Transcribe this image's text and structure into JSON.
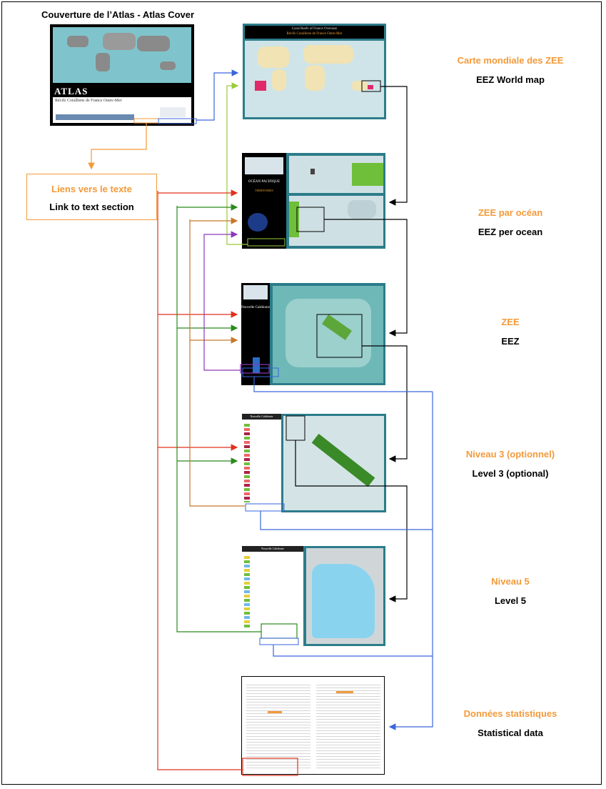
{
  "cover": {
    "title": "Couverture de l’Atlas - Atlas Cover",
    "heading": "ATLAS",
    "subtitle": "Récifs Coralliens de France Outre-Mer"
  },
  "text_links": {
    "fr": "Liens vers le texte",
    "en": "Link to text section"
  },
  "levels": [
    {
      "fr": "Carte mondiale des ZEE",
      "en": "EEZ World map"
    },
    {
      "fr": "ZEE par océan",
      "en": "EEZ per ocean"
    },
    {
      "fr": "ZEE",
      "en": "EEZ"
    },
    {
      "fr": "Niveau 3 (optionnel)",
      "en": "Level 3 (optional)"
    },
    {
      "fr": "Niveau 5",
      "en": "Level 5"
    },
    {
      "fr": "Données statistiques",
      "en": "Statistical data"
    }
  ],
  "thumbnails": {
    "world_title": "Coral Reefs of France Overseas",
    "world_subtitle": "Récifs Coralliens de France Outre-Mer",
    "ocean_caption": "OCÉAN PACIFIQUE",
    "ocean_place": "TERRITOIRES",
    "eez_caption": "Nouvelle Calédonie",
    "level3_header": "Nouvelle Calédonie",
    "level5_header": "Nouvelle Calédonie"
  },
  "colors": {
    "label_fr": "#f39a3a",
    "frame_teal": "#2c7c8a",
    "link_blue": "#3a66dd",
    "link_red": "#e0321c",
    "link_green": "#2a8a1c",
    "link_orange": "#c8772a",
    "link_purple": "#8a3ab8",
    "link_lime": "#9acb3a",
    "link_black": "#000000"
  }
}
